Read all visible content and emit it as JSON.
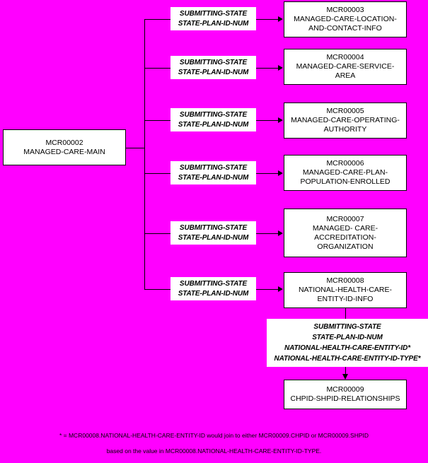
{
  "diagram": {
    "type": "entity-relationship-diagram",
    "background_color": "#FF00FF",
    "line_color": "#000000",
    "box_fill": "#FFFFFF",
    "parent_entity": {
      "id": "MCR00002",
      "name": "MANAGED-CARE-MAIN"
    },
    "relationship_key_label": {
      "line1": "SUBMITTING-STATE",
      "line2": "STATE-PLAN-ID-NUM"
    },
    "child_entities": [
      {
        "id": "MCR00003",
        "name": "MANAGED-CARE-LOCATION-\nAND-CONTACT-INFO"
      },
      {
        "id": "MCR00004",
        "name": "MANAGED-CARE-SERVICE-\nAREA"
      },
      {
        "id": "MCR00005",
        "name": "MANAGED-CARE-OPERATING-\nAUTHORITY"
      },
      {
        "id": "MCR00006",
        "name": "MANAGED-CARE-PLAN-\nPOPULATION-ENROLLED"
      },
      {
        "id": "MCR00007",
        "name": "MANAGED- CARE-\nACCREDITATION-\nORGANIZATION"
      },
      {
        "id": "MCR00008",
        "name": "NATIONAL-HEALTH-CARE-\nENTITY-ID-INFO"
      }
    ],
    "lower_relationship_label": {
      "line1": "SUBMITTING-STATE",
      "line2": "STATE-PLAN-ID-NUM",
      "line3": "NATIONAL-HEALTH-CARE-ENTITY-ID*",
      "line4": "NATIONAL-HEALTH-CARE-ENTITY-ID-TYPE*"
    },
    "terminal_entity": {
      "id": "MCR00009",
      "name": "CHPID-SHPID-RELATIONSHIPS"
    },
    "footnote": {
      "line1": "* = MCR00008.NATIONAL-HEALTH-CARE-ENTITY-ID would join to either MCR00009.CHPID or MCR00009.SHPID",
      "line2": "based on the value in MCR00008.NATIONAL-HEALTH-CARE-ENTITY-ID-TYPE."
    }
  }
}
